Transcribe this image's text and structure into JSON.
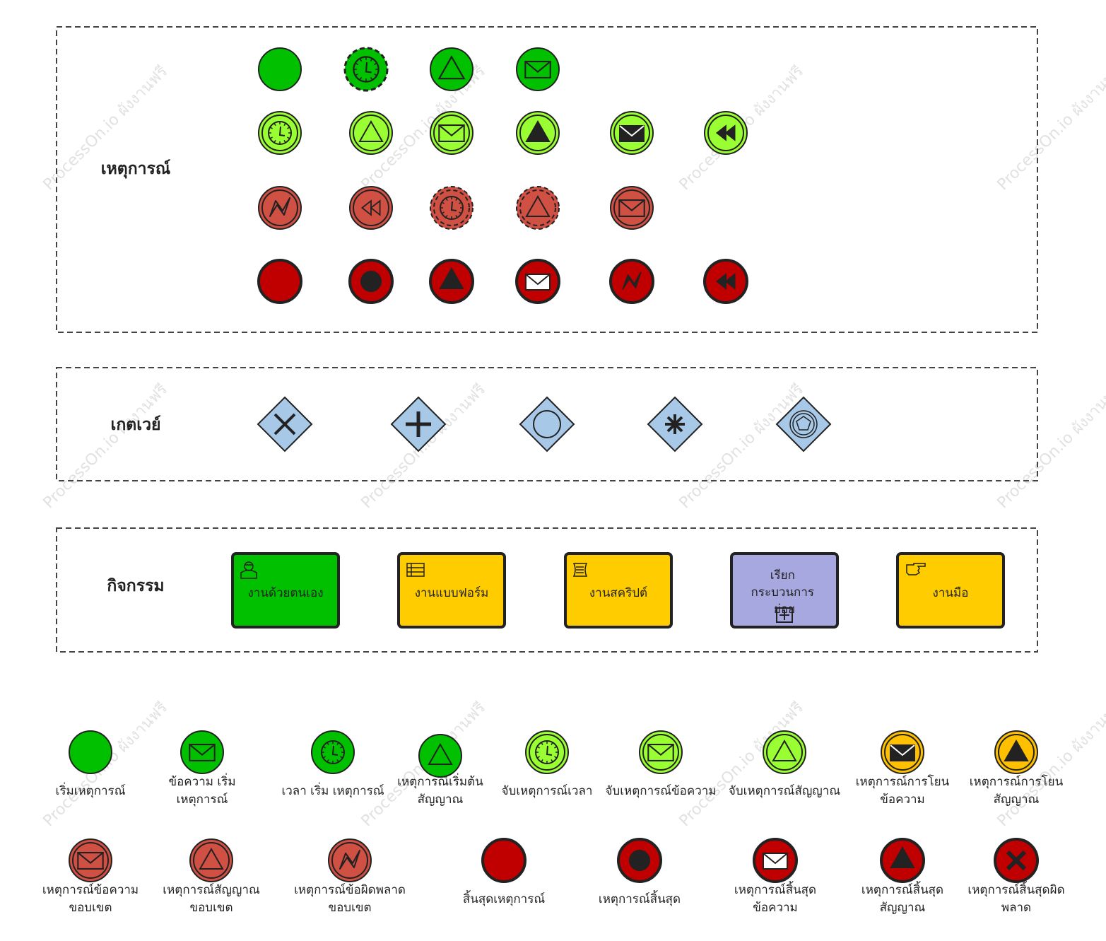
{
  "watermark": "ProcessOn.io ผังงานฟรี",
  "colors": {
    "green": "#00c000",
    "lightgreen": "#99ff33",
    "lightgreen_stroke": "#2a7a00",
    "boundary_red": "#d05044",
    "end_red": "#c00000",
    "gateway_blue": "#a8c8e8",
    "task_yellow": "#ffcc00",
    "task_purple": "#a8a8e0",
    "orange": "#ffc000",
    "dark": "#222222",
    "panel_border": "#444444"
  },
  "sections": {
    "events": {
      "title": "เหตุการณ์"
    },
    "gateways": {
      "title": "เกตเวย์"
    },
    "activities": {
      "title": "กิจกรรม"
    }
  },
  "tasks": [
    {
      "label": "งานด้วยตนเอง",
      "icon": "user-icon"
    },
    {
      "label": "งานแบบฟอร์ม",
      "icon": "form-icon"
    },
    {
      "label": "งานสคริปต์",
      "icon": "script-icon"
    },
    {
      "label": "เรียก กระบวนการ ย่อย",
      "icon": "subprocess-plus-icon"
    },
    {
      "label": "งานมือ",
      "icon": "hand-icon"
    }
  ],
  "legend_row1": [
    {
      "line1": "เริ่มเหตุการณ์",
      "line2": ""
    },
    {
      "line1": "ข้อความ เริ่ม",
      "line2": "เหตุการณ์"
    },
    {
      "line1": "เวลา เริ่ม เหตุการณ์",
      "line2": ""
    },
    {
      "line1": "เหตุการณ์เริ่มต้น",
      "line2": "สัญญาณ"
    },
    {
      "line1": "จับเหตุการณ์เวลา",
      "line2": ""
    },
    {
      "line1": "จับเหตุการณ์ข้อความ",
      "line2": ""
    },
    {
      "line1": "จับเหตุการณ์สัญญาณ",
      "line2": ""
    },
    {
      "line1": "เหตุการณ์การโยน",
      "line2": "ข้อความ"
    },
    {
      "line1": "เหตุการณ์การโยน",
      "line2": "สัญญาณ"
    }
  ],
  "legend_row2": [
    {
      "line1": "เหตุการณ์ข้อความ",
      "line2": "ขอบเขต"
    },
    {
      "line1": "เหตุการณ์สัญญาณ",
      "line2": "ขอบเขต"
    },
    {
      "line1": "เหตุการณ์ข้อผิดพลาด",
      "line2": "ขอบเขต"
    },
    {
      "line1": "สิ้นสุดเหตุการณ์",
      "line2": ""
    },
    {
      "line1": "เหตุการณ์สิ้นสุด",
      "line2": ""
    },
    {
      "line1": "เหตุการณ์สิ้นสุด",
      "line2": "ข้อความ"
    },
    {
      "line1": "เหตุการณ์สิ้นสุด",
      "line2": "สัญญาณ"
    },
    {
      "line1": "เหตุการณ์สิ้นสุดผิด",
      "line2": "พลาด"
    }
  ]
}
